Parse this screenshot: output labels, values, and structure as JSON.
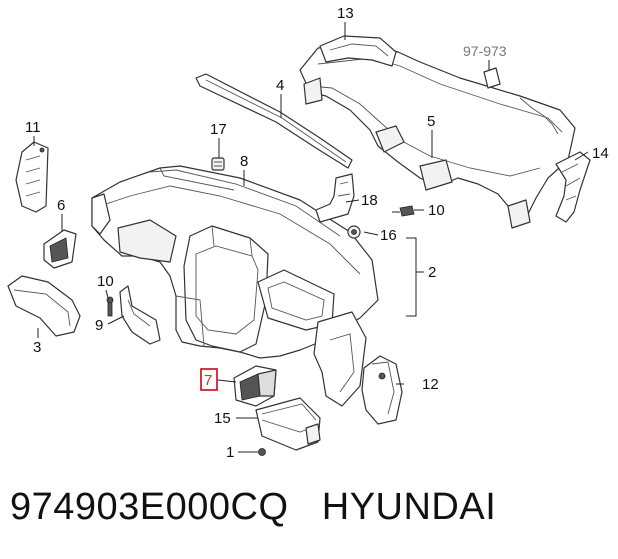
{
  "diagram": {
    "callouts": {
      "c13": "13",
      "c97": "97-973",
      "c4": "4",
      "c5": "5",
      "c14": "14",
      "c11": "11",
      "c17": "17",
      "c8": "8",
      "c18": "18",
      "c10a": "10",
      "c6": "6",
      "c16": "16",
      "c2": "2",
      "c10b": "10",
      "c9": "9",
      "c3": "3",
      "c7": "7",
      "c12": "12",
      "c15": "15",
      "c1": "1"
    },
    "selected_part": "7",
    "selected_color": "#d0021b"
  },
  "caption": {
    "part_number": "974903E000CQ",
    "brand": "HYUNDAI"
  }
}
